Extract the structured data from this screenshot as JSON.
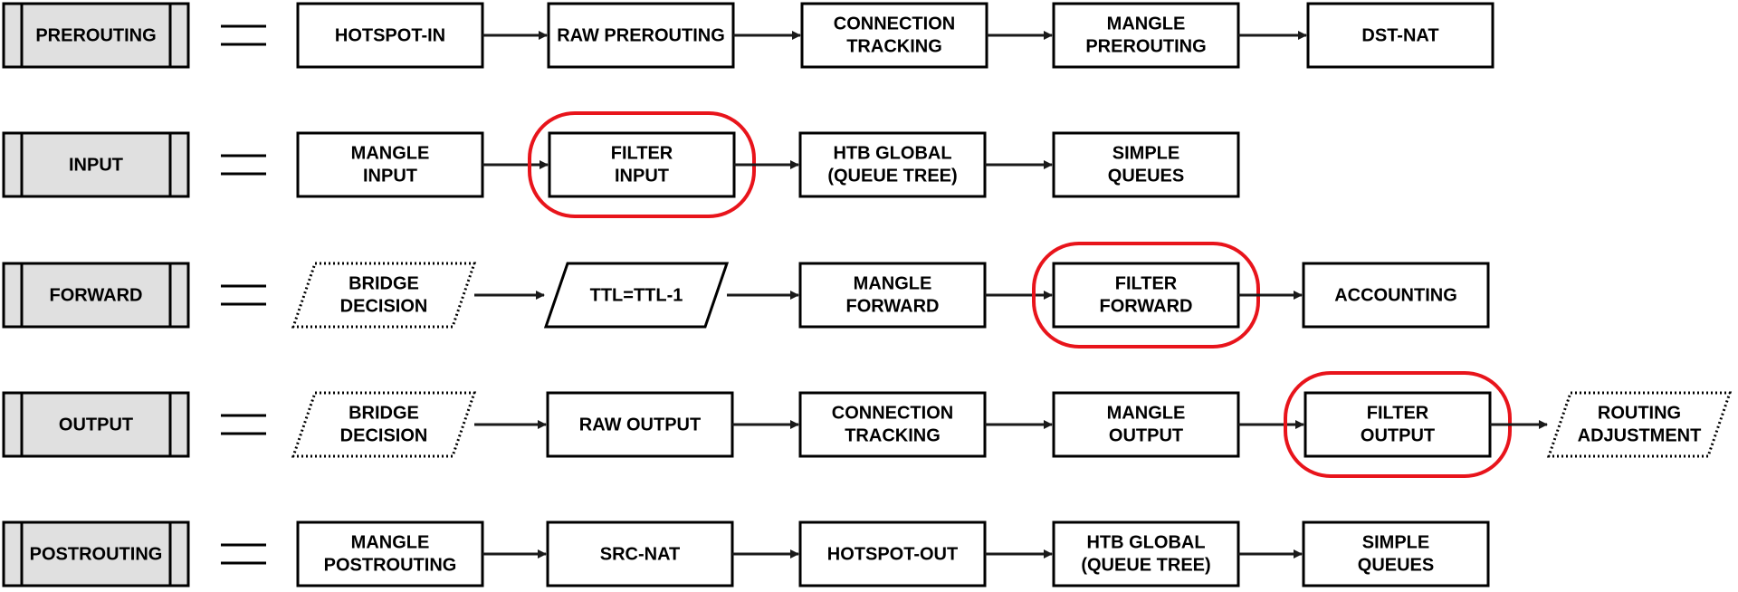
{
  "rows": [
    {
      "chain": "PREROUTING",
      "steps": [
        {
          "lines": [
            "HOTSPOT-IN"
          ],
          "shape": "rect"
        },
        {
          "lines": [
            "RAW PREROUTING"
          ],
          "shape": "rect"
        },
        {
          "lines": [
            "CONNECTION",
            "TRACKING"
          ],
          "shape": "rect"
        },
        {
          "lines": [
            "MANGLE",
            "PREROUTING"
          ],
          "shape": "rect"
        },
        {
          "lines": [
            "DST-NAT"
          ],
          "shape": "rect"
        }
      ]
    },
    {
      "chain": "INPUT",
      "steps": [
        {
          "lines": [
            "MANGLE",
            "INPUT"
          ],
          "shape": "rect"
        },
        {
          "lines": [
            "FILTER",
            "INPUT"
          ],
          "shape": "rect",
          "highlight": true
        },
        {
          "lines": [
            "HTB GLOBAL",
            "(QUEUE TREE)"
          ],
          "shape": "rect"
        },
        {
          "lines": [
            "SIMPLE",
            "QUEUES"
          ],
          "shape": "rect"
        }
      ]
    },
    {
      "chain": "FORWARD",
      "steps": [
        {
          "lines": [
            "BRIDGE",
            "DECISION"
          ],
          "shape": "para-dotted"
        },
        {
          "lines": [
            "TTL=TTL-1"
          ],
          "shape": "para"
        },
        {
          "lines": [
            "MANGLE",
            "FORWARD"
          ],
          "shape": "rect"
        },
        {
          "lines": [
            "FILTER",
            "FORWARD"
          ],
          "shape": "rect",
          "highlight": true
        },
        {
          "lines": [
            "ACCOUNTING"
          ],
          "shape": "rect"
        }
      ]
    },
    {
      "chain": "OUTPUT",
      "steps": [
        {
          "lines": [
            "BRIDGE",
            "DECISION"
          ],
          "shape": "para-dotted"
        },
        {
          "lines": [
            "RAW OUTPUT"
          ],
          "shape": "rect"
        },
        {
          "lines": [
            "CONNECTION",
            "TRACKING"
          ],
          "shape": "rect"
        },
        {
          "lines": [
            "MANGLE",
            "OUTPUT"
          ],
          "shape": "rect"
        },
        {
          "lines": [
            "FILTER",
            "OUTPUT"
          ],
          "shape": "rect",
          "highlight": true
        },
        {
          "lines": [
            "ROUTING",
            "ADJUSTMENT"
          ],
          "shape": "para-dotted"
        }
      ]
    },
    {
      "chain": "POSTROUTING",
      "steps": [
        {
          "lines": [
            "MANGLE",
            "POSTROUTING"
          ],
          "shape": "rect"
        },
        {
          "lines": [
            "SRC-NAT"
          ],
          "shape": "rect"
        },
        {
          "lines": [
            "HOTSPOT-OUT"
          ],
          "shape": "rect"
        },
        {
          "lines": [
            "HTB GLOBAL",
            "(QUEUE TREE)"
          ],
          "shape": "rect"
        },
        {
          "lines": [
            "SIMPLE",
            "QUEUES"
          ],
          "shape": "rect"
        }
      ]
    }
  ],
  "colors": {
    "stroke": "#000000",
    "chain_fill": "#e0e0e0",
    "highlight": "#e8141b",
    "arrow": "#1a1a1a"
  }
}
